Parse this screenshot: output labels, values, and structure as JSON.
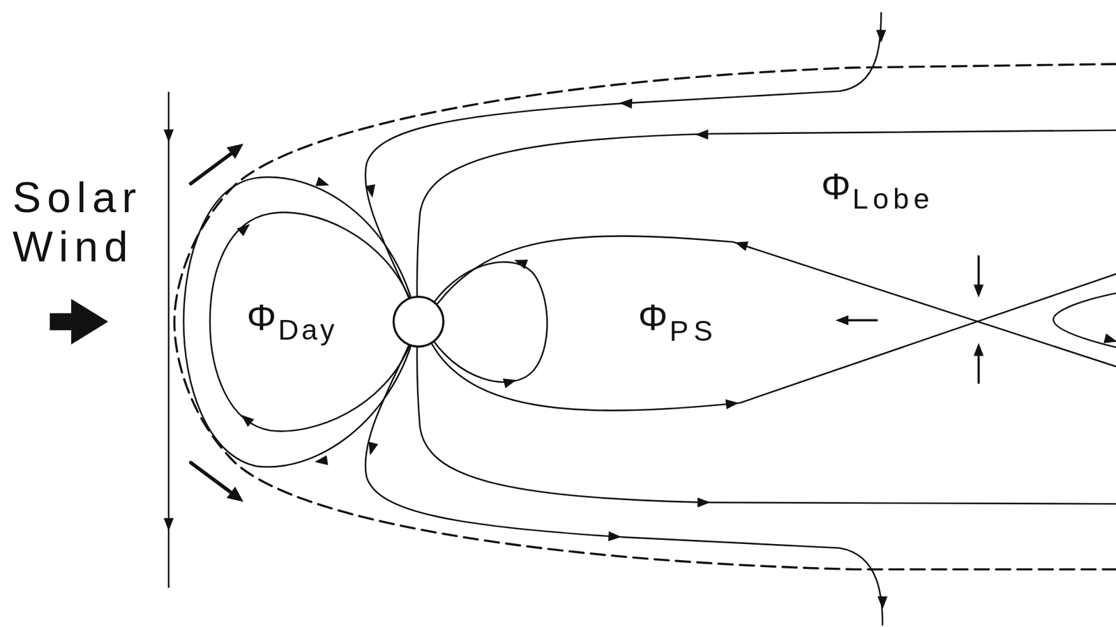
{
  "diagram": {
    "labels": [
      "Solar Wind",
      "Φ",
      "Lobe",
      "Φ",
      "Day",
      "Φ",
      "PS"
    ]
  }
}
